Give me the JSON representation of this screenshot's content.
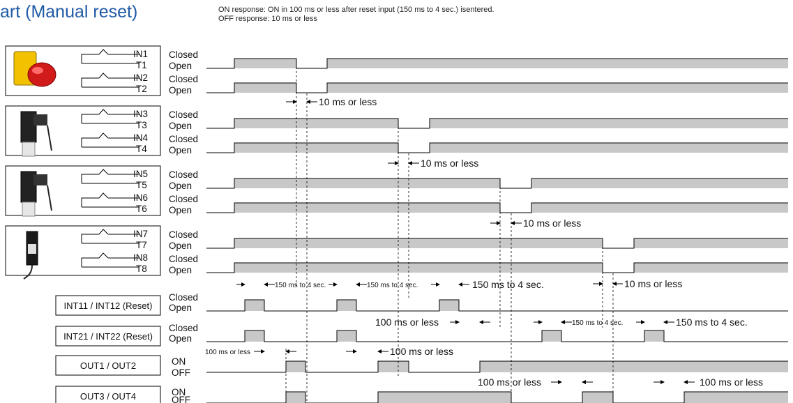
{
  "header": {
    "title": "art (Manual reset)",
    "note_on": "ON response: ON in 100 ms or less after reset input (150 ms to 4 sec.) isentered.",
    "note_off": "OFF response: 10 ms or less"
  },
  "channels": [
    {
      "label": "IN1",
      "sub": "T1"
    },
    {
      "label": "IN2",
      "sub": "T2"
    },
    {
      "label": "IN3",
      "sub": "T3"
    },
    {
      "label": "IN4",
      "sub": "T4"
    },
    {
      "label": "IN5",
      "sub": "T5"
    },
    {
      "label": "IN6",
      "sub": "T6"
    },
    {
      "label": "IN7",
      "sub": "T7"
    },
    {
      "label": "IN8",
      "sub": "T8"
    }
  ],
  "state_labels": {
    "closed": "Closed",
    "open": "Open",
    "on": "ON",
    "off": "OFF"
  },
  "boxes": {
    "reset1": "INT11 / INT12 (Reset)",
    "reset2": "INT21 / INT22 (Reset)",
    "out1": "OUT1 / OUT2",
    "out2": "OUT3 / OUT4"
  },
  "device_icons": [
    "emergency-stop-switch-icon",
    "door-switch-icon",
    "door-switch-icon",
    "safety-sensor-icon"
  ],
  "annotations": {
    "off_response": "10 ms or less",
    "reset_pulse": "150 ms to 4 sec.",
    "on_response": "100 ms or less"
  },
  "colors": {
    "title": "#1f5aa6",
    "pulse_fill": "#c8c8c8",
    "line": "#000000"
  }
}
